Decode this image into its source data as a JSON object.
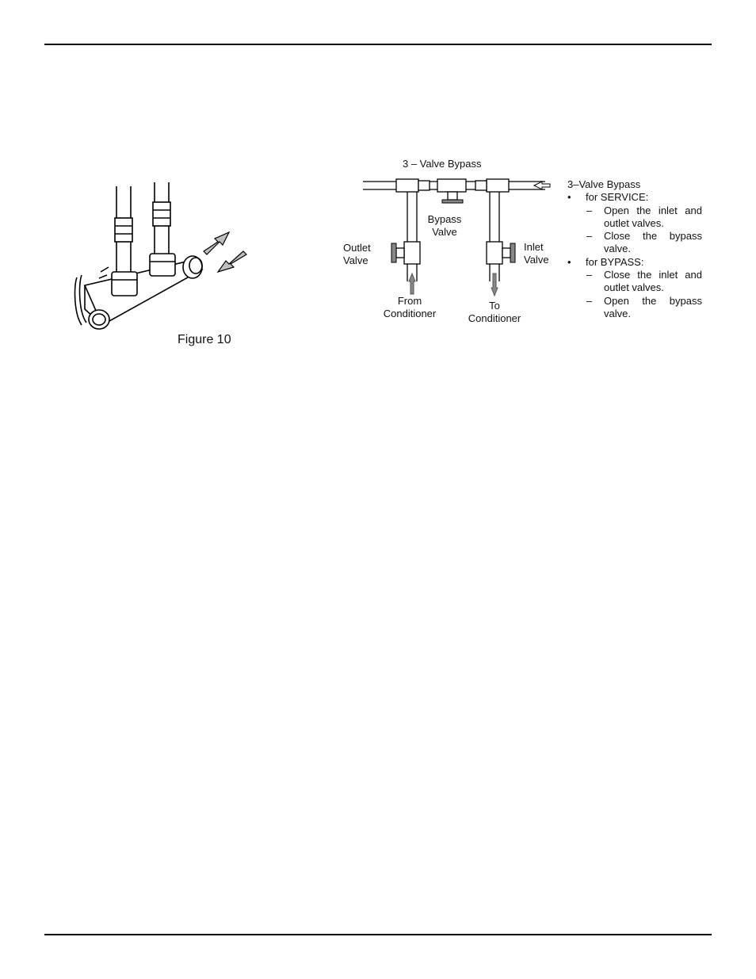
{
  "figure_left": {
    "caption": "Figure 10"
  },
  "figure_right": {
    "title": "3 – Valve Bypass",
    "bypass_valve_line1": "Bypass",
    "bypass_valve_line2": "Valve",
    "outlet_valve_line1": "Outlet",
    "outlet_valve_line2": "Valve",
    "inlet_valve_line1": "Inlet",
    "inlet_valve_line2": "Valve",
    "from_line1": "From",
    "from_line2": "Conditioner",
    "to_line1": "To",
    "to_line2": "Conditioner"
  },
  "bypass_notes": {
    "title": "3–Valve Bypass",
    "service_label": "for SERVICE:",
    "service_step1": "Open the inlet and outlet valves.",
    "service_step2": "Close the bypass valve.",
    "bypass_label": "for BYPASS:",
    "bypass_step1": "Close the inlet and outlet valves.",
    "bypass_step2": "Open the bypass valve."
  }
}
